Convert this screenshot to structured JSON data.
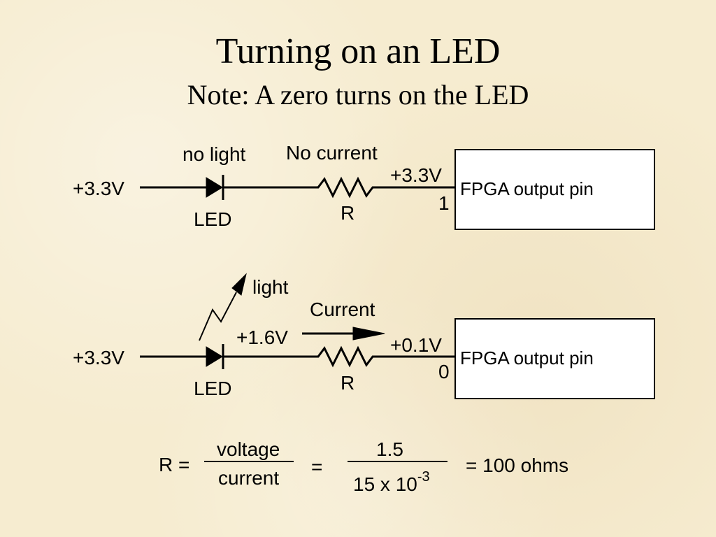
{
  "slide": {
    "title": "Turning on an LED",
    "subtitle": "Note: A zero turns on the LED"
  },
  "circuit_top": {
    "supply": "+3.3V",
    "light_state": "no light",
    "current_state": "No current",
    "led_label": "LED",
    "resistor_label": "R",
    "pin_voltage": "+3.3V",
    "pin_logic": "1",
    "fpga_label": "FPGA output pin"
  },
  "circuit_bottom": {
    "supply": "+3.3V",
    "light_state": "light",
    "current_state": "Current",
    "node_voltage": "+1.6V",
    "led_label": "LED",
    "resistor_label": "R",
    "pin_voltage": "+0.1V",
    "pin_logic": "0",
    "fpga_label": "FPGA output pin"
  },
  "equation": {
    "lhs": "R =",
    "numerator_1": "voltage",
    "denominator_1": "current",
    "equals": "=",
    "numerator_2": "1.5",
    "denominator_2_base": "15 x 10",
    "denominator_2_exp": "-3",
    "result": "= 100 ohms"
  }
}
